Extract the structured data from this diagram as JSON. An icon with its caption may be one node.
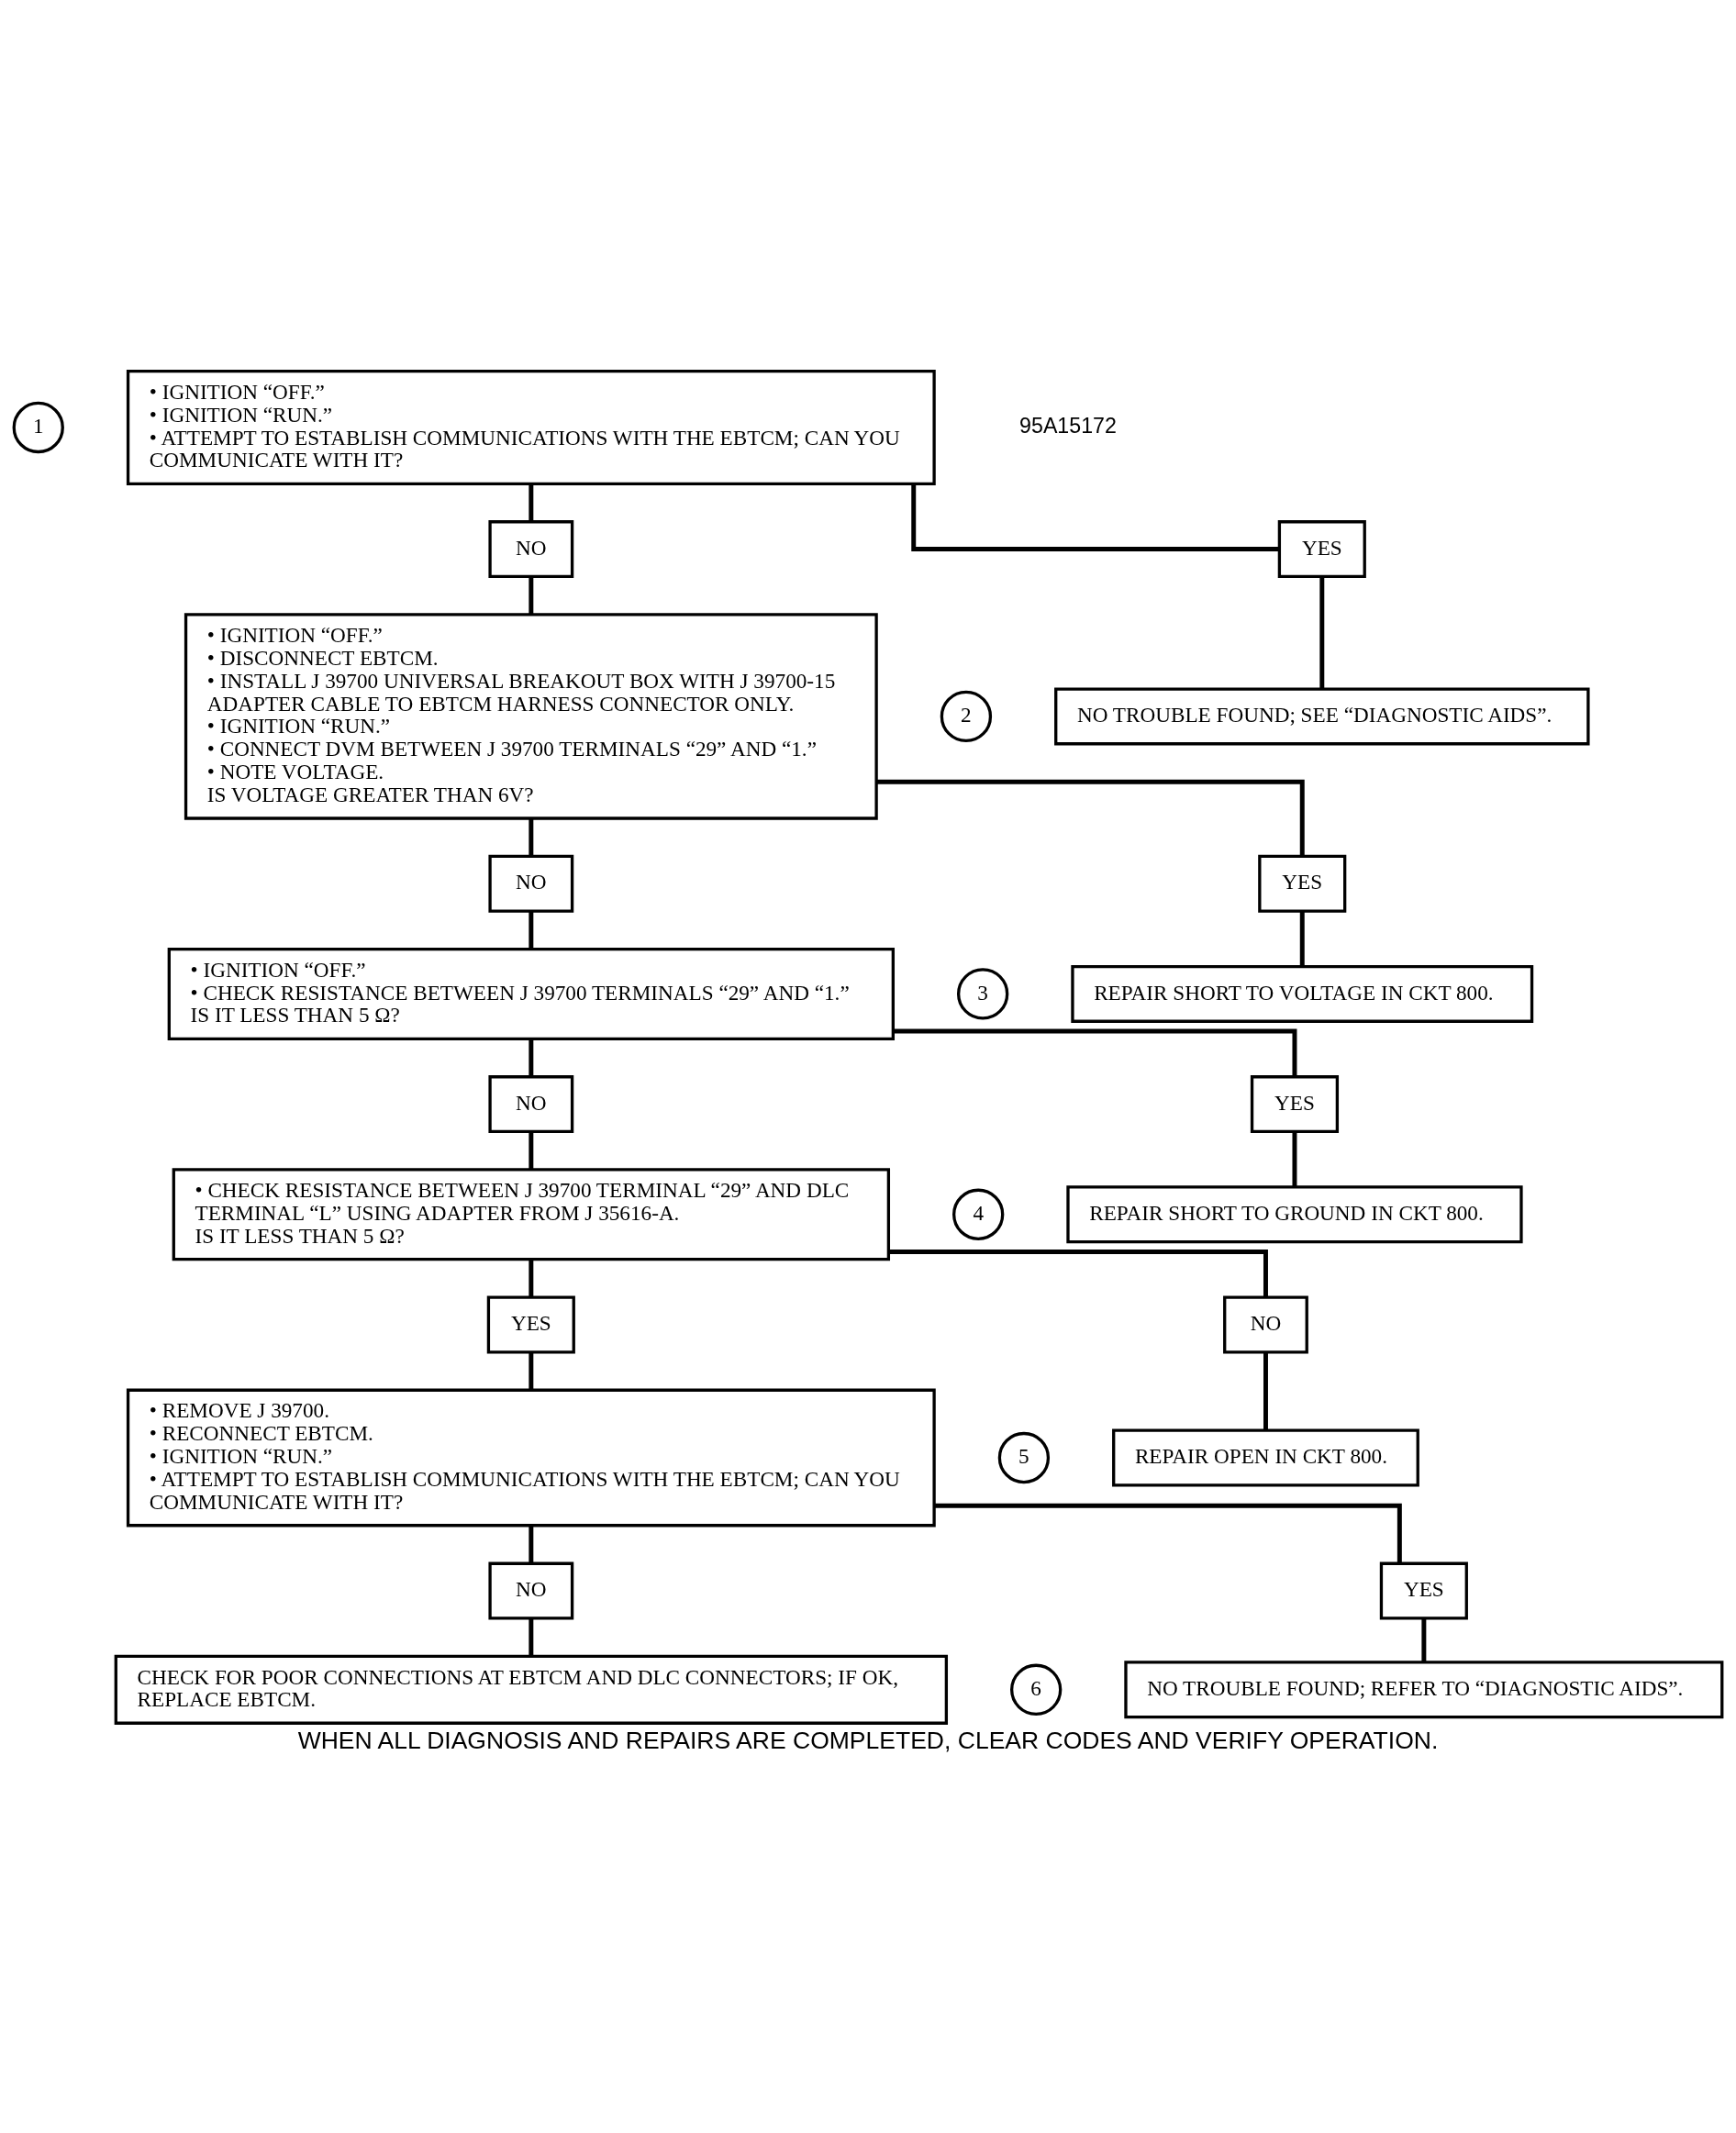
{
  "diagram": {
    "caption": "WHEN ALL DIAGNOSIS AND REPAIRS ARE COMPLETED, CLEAR CODES AND VERIFY OPERATION.",
    "nodes": [
      {
        "text": [
          "• IGNITION “OFF.”",
          "• IGNITION “RUN.”",
          "• ATTEMPT TO ESTABLISH COMMUNICATIONS WITH THE EBTCM; CAN YOU COMMUNICATE WITH IT?"
        ],
        "beside": [
          "1"
        ]
      },
      {
        "text": [
          "NO"
        ]
      },
      {
        "text": [
          "YES"
        ]
      },
      {
        "text": [
          "• IGNITION “OFF.”",
          "• DISCONNECT EBTCM.",
          "• INSTALL J 39700 UNIVERSAL BREAKOUT BOX WITH J 39700-15 ADAPTER CABLE TO EBTCM HARNESS CONNECTOR ONLY.",
          "• IGNITION “RUN.”",
          "• CONNECT DVM BETWEEN J 39700 TERMINALS “29” AND “1.”",
          "• NOTE VOLTAGE.",
          "IS VOLTAGE GREATER THAN 6V?"
        ],
        "beside": [
          "2"
        ]
      },
      {
        "text": [
          "NO TROUBLE FOUND; SEE “DIAGNOSTIC AIDS”."
        ]
      },
      {
        "text": [
          "NO"
        ]
      },
      {
        "text": [
          "YES"
        ]
      },
      {
        "text": [
          "• IGNITION “OFF.”",
          "• CHECK RESISTANCE BETWEEN J 39700 TERMINALS “29” AND “1.”",
          "IS IT LESS THAN 5 Ω?"
        ],
        "beside": [
          "3"
        ]
      },
      {
        "text": [
          "REPAIR SHORT TO VOLTAGE IN CKT 800."
        ]
      },
      {
        "text": [
          "NO"
        ]
      },
      {
        "text": [
          "YES"
        ]
      },
      {
        "text": [
          "• CHECK RESISTANCE BETWEEN J 39700 TERMINAL “29” AND DLC TERMINAL “L” USING ADAPTER FROM J 35616-A.",
          "IS IT LESS THAN 5 Ω?"
        ],
        "beside": [
          "4"
        ]
      },
      {
        "text": [
          "REPAIR SHORT TO GROUND IN CKT 800."
        ]
      },
      {
        "text": [
          "YES"
        ]
      },
      {
        "text": [
          "NO"
        ]
      },
      {
        "text": [
          "• REMOVE J 39700.",
          "• RECONNECT EBTCM.",
          "• IGNITION “RUN.”",
          "• ATTEMPT TO ESTABLISH COMMUNICATIONS WITH THE EBTCM; CAN YOU COMMUNICATE WITH IT?"
        ],
        "beside": [
          "5"
        ]
      },
      {
        "text": [
          "REPAIR OPEN IN CKT 800."
        ]
      },
      {
        "text": [
          "NO"
        ]
      },
      {
        "text": [
          "YES"
        ]
      },
      {
        "text": [
          "CHECK FOR POOR CONNECTIONS AT EBTCM AND DLC CONNECTORS; IF OK, REPLACE EBTCM."
        ],
        "beside": [
          "6"
        ]
      },
      {
        "text": [
          "NO TROUBLE FOUND; REFER TO “DIAGNOSTIC AIDS”."
        ]
      }
    ],
    "edges": [
      {
        "from": 0,
        "to": 1,
        "arrow": "none"
      },
      {
        "from": 0,
        "to": 2,
        "arrow": "none"
      },
      {
        "from": 1,
        "to": 3,
        "arrow": "none"
      },
      {
        "from": 2,
        "to": 4,
        "arrow": "none"
      },
      {
        "from": 3,
        "to": 5,
        "arrow": "none"
      },
      {
        "from": 3,
        "to": 6,
        "arrow": "none"
      },
      {
        "from": 5,
        "to": 7,
        "arrow": "none"
      },
      {
        "from": 6,
        "to": 8,
        "arrow": "none"
      },
      {
        "from": 7,
        "to": 9,
        "arrow": "none"
      },
      {
        "from": 7,
        "to": 10,
        "arrow": "none"
      },
      {
        "from": 9,
        "to": 11,
        "arrow": "none"
      },
      {
        "from": 10,
        "to": 12,
        "arrow": "none"
      },
      {
        "from": 11,
        "to": 13,
        "arrow": "none"
      },
      {
        "from": 11,
        "to": 14,
        "arrow": "none"
      },
      {
        "from": 13,
        "to": 15,
        "arrow": "none"
      },
      {
        "from": 14,
        "to": 16,
        "arrow": "none"
      },
      {
        "from": 15,
        "to": 17,
        "arrow": "none"
      },
      {
        "from": 15,
        "to": 18,
        "arrow": "none"
      },
      {
        "from": 17,
        "to": 19,
        "arrow": "none"
      },
      {
        "from": 18,
        "to": 20,
        "arrow": "none"
      }
    ],
    "labels": [
      "95A15172"
    ]
  }
}
